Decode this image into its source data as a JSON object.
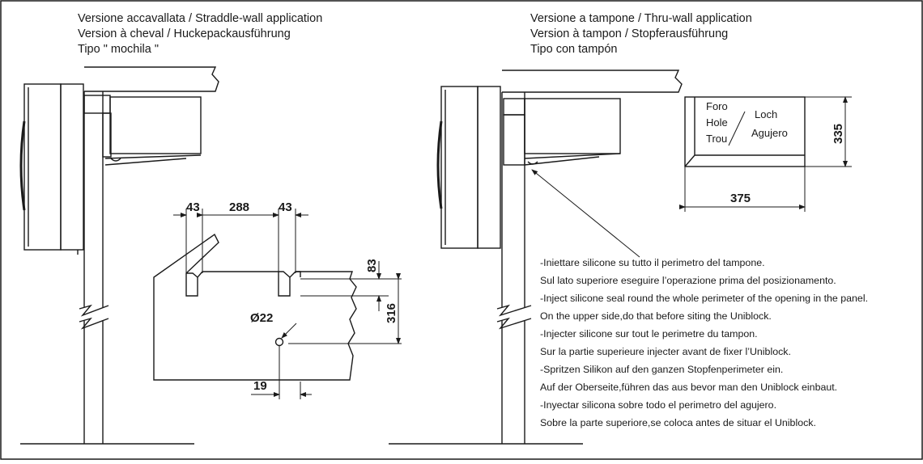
{
  "left_caption": [
    "Versione accavallata / Straddle-wall application",
    "Version à cheval / Huckepackausführung",
    "Tipo \" mochila \""
  ],
  "right_caption": [
    "Versione a tampone / Thru-wall application",
    "Version à tampon / Stopferausführung",
    "Tipo con tampón"
  ],
  "dimensions": {
    "d43_left": "43",
    "d288": "288",
    "d43_right": "43",
    "d83": "83",
    "d316": "316",
    "diameter": "Ø22",
    "d19": "19",
    "d335": "335",
    "d375": "375"
  },
  "hole_labels": {
    "left": [
      "Foro",
      "Hole",
      "Trou"
    ],
    "right": [
      "Loch",
      "Agujero"
    ]
  },
  "instructions": [
    "-Iniettare silicone su tutto il perimetro del tampone.",
    "Sul lato superiore eseguire l’operazione prima del posizionamento.",
    "-Inject silicone seal round the whole perimeter of the opening in the panel.",
    "On the upper side,do that before siting the Uniblock.",
    "-Injecter silicone sur tout le perimetre du tampon.",
    "Sur la partie superieure injecter avant de fixer l’Uniblock.",
    "-Spritzen Silikon auf den ganzen Stopfenperimeter ein.",
    "Auf der Oberseite,führen das aus bevor man den Uniblock einbaut.",
    "-Inyectar silicona sobre todo el perimetro del agujero.",
    "Sobre la parte superiore,se coloca antes de situar el Uniblock."
  ]
}
